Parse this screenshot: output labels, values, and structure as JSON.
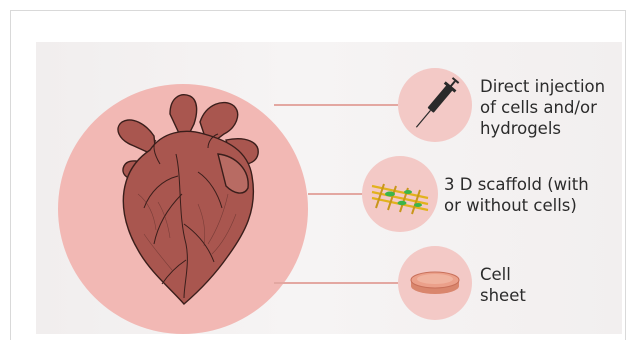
{
  "therapies": [
    {
      "lines": [
        "Direct injection",
        "of cells and/or",
        "hydrogels"
      ],
      "icon": "syringe-icon"
    },
    {
      "lines": [
        "3 D scaffold (with",
        "or without cells)"
      ],
      "icon": "scaffold-icon"
    },
    {
      "lines": [
        "Cell",
        "sheet"
      ],
      "icon": "petri-dish-icon"
    }
  ],
  "colors": {
    "heart_circle": "#f2b8b4",
    "small_circle": "#f3c9c6",
    "connector": "#e3a7a1",
    "heart": "#a9564f",
    "heart_outline": "#3a1e1b"
  }
}
